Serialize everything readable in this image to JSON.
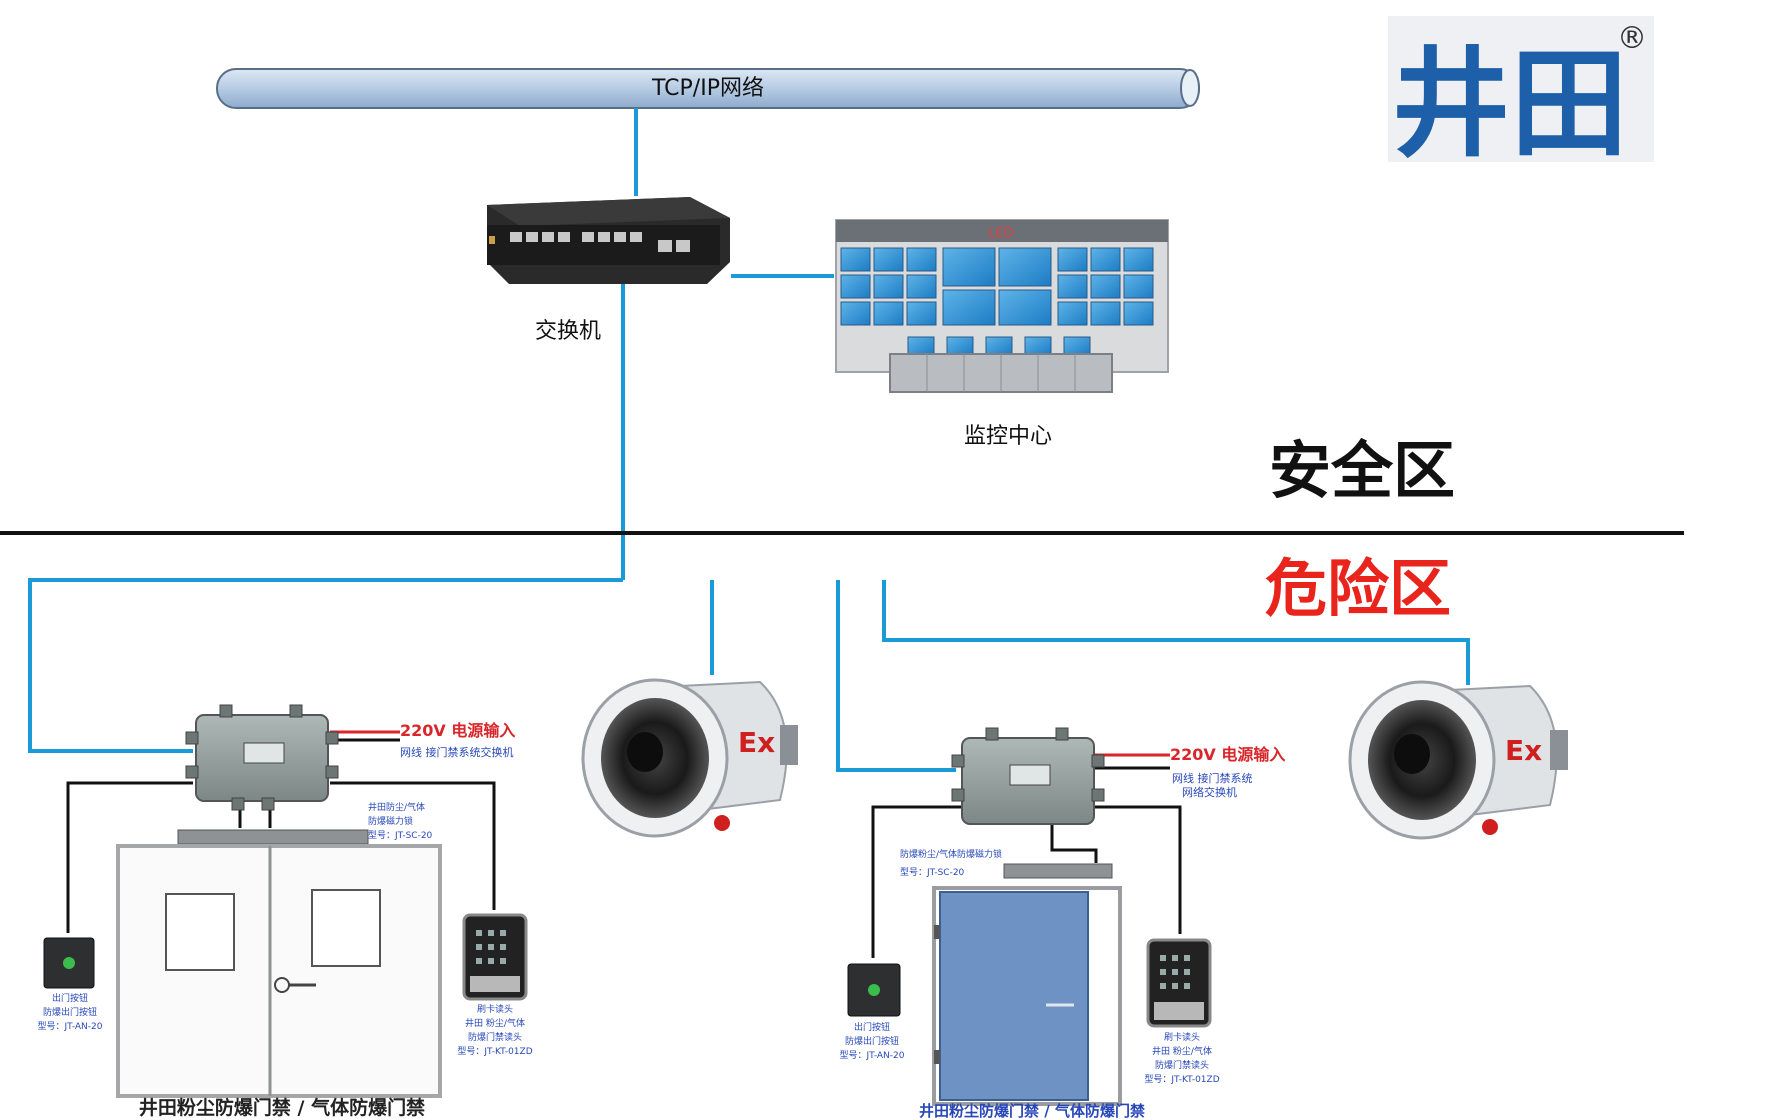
{
  "network_label": "TCP/IP网络",
  "switch_label": "交换机",
  "monitor_center_label": "监控中心",
  "led_text": "LED",
  "safe_zone_label": "安全区",
  "danger_zone_label": "危险区",
  "logo": {
    "text": "井田",
    "registered_mark": "®"
  },
  "ex_mark": "Ex",
  "left_unit": {
    "power_text": "220V 电源输入",
    "network_text": "网线 接门禁系统交换机",
    "lock_text": [
      "井田防尘/气体",
      "防爆磁力锁",
      "型号：JT-SC-20"
    ],
    "button_text": [
      "出门按钮",
      "防爆出门按钮",
      "型号：JT-AN-20"
    ],
    "reader_text": [
      "刷卡读头",
      "井田 粉尘/气体",
      "防爆门禁读头",
      "型号：JT-KT-01ZD"
    ],
    "caption": "井田粉尘防爆门禁 / 气体防爆门禁"
  },
  "right_unit": {
    "power_text": "220V 电源输入",
    "network_text": [
      "网线 接门禁系统",
      "网络交换机"
    ],
    "lock_text": [
      "防爆粉尘/气体防爆磁力锁",
      "型号：JT-SC-20"
    ],
    "button_text": [
      "出门按钮",
      "防爆出门按钮",
      "型号：JT-AN-20"
    ],
    "reader_text": [
      "刷卡读头",
      "井田 粉尘/气体",
      "防爆门禁读头",
      "型号：JT-KT-01ZD"
    ],
    "caption": "井田粉尘防爆门禁 / 气体防爆门禁"
  },
  "colors": {
    "link_blue": "#1a9ad6",
    "pipe_fill": "#b6cce4",
    "danger_red": "#e8241c",
    "logo_blue": "#1d5fa8",
    "power_red": "#d8262a"
  }
}
